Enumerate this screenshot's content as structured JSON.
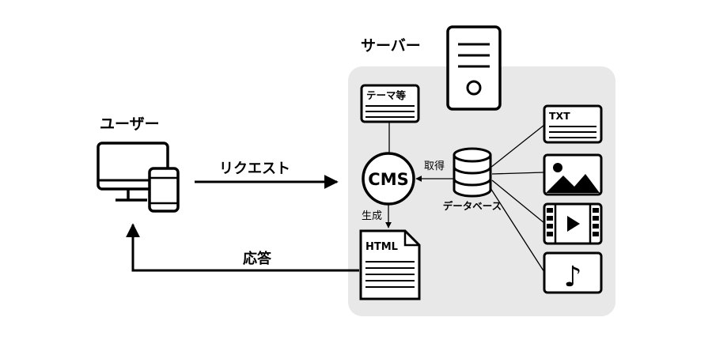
{
  "user": {
    "label": "ユーザー"
  },
  "server": {
    "label": "サーバー"
  },
  "arrows": {
    "request": "リクエスト",
    "response": "応答"
  },
  "cms": {
    "label": "CMS",
    "fetch": "取得",
    "generate": "生成"
  },
  "theme": {
    "label": "テーマ等"
  },
  "html_doc": {
    "label": "HTML"
  },
  "database": {
    "label": "データベース"
  },
  "media": {
    "txt": "TXT",
    "music_glyph": "♪"
  },
  "colors": {
    "server_area": "#e8e8e8",
    "stroke": "#000000",
    "background": "#ffffff"
  }
}
